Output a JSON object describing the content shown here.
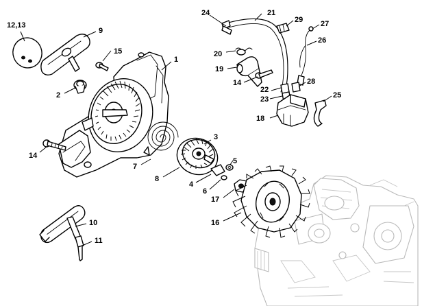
{
  "callouts": {
    "c1": "1",
    "c2": "2",
    "c3": "3",
    "c4": "4",
    "c5": "5",
    "c6": "6",
    "c7": "7",
    "c8": "8",
    "c9": "9",
    "c10": "10",
    "c11": "11",
    "c12_13": "12,13",
    "c14a": "14",
    "c14b": "14",
    "c15": "15",
    "c16": "16",
    "c17": "17",
    "c18": "18",
    "c19": "19",
    "c20": "20",
    "c21": "21",
    "c22": "22",
    "c23": "23",
    "c24": "24",
    "c25": "25",
    "c26": "26",
    "c27": "27",
    "c28": "28",
    "c29": "29"
  }
}
